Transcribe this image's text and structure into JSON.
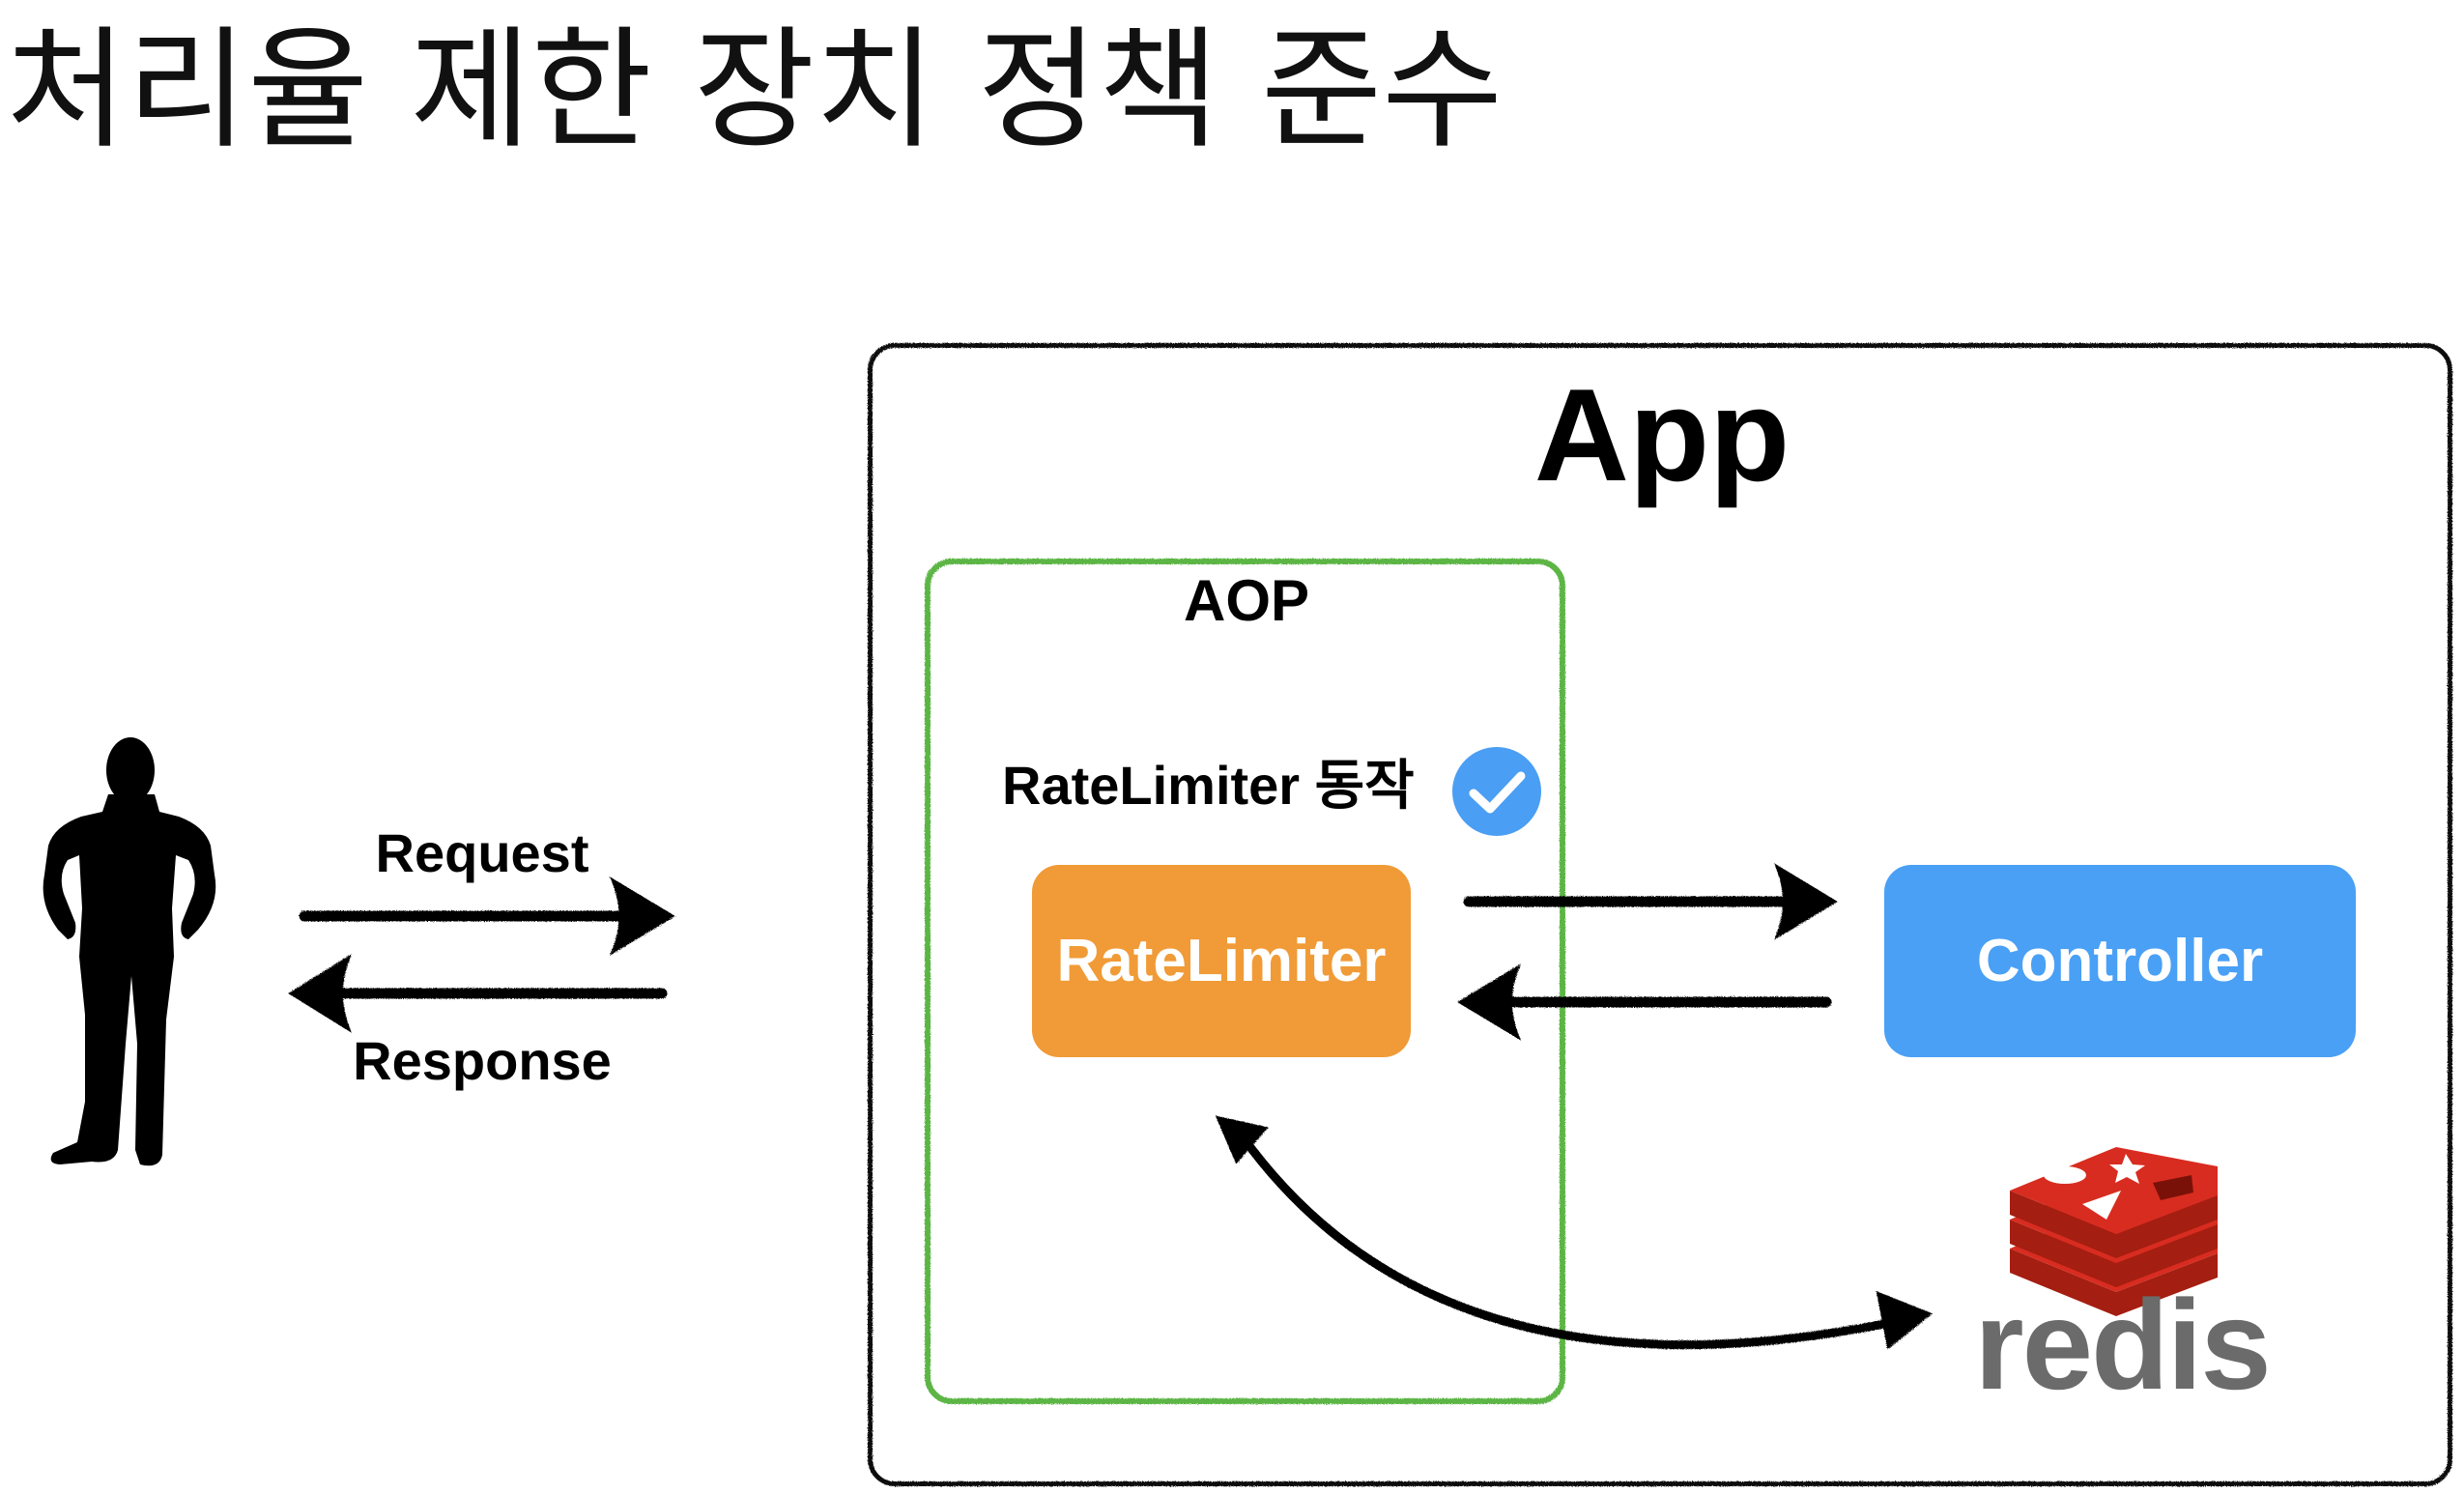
{
  "title": "처리율 제한 장치 정책 준수",
  "app": {
    "label": "App"
  },
  "aop": {
    "label": "AOP"
  },
  "status": {
    "label": "RateLimiter 동작",
    "icon": "check-circle-icon",
    "icon_color": "#4a9ef3"
  },
  "nodes": {
    "ratelimiter": {
      "label": "RateLimiter",
      "color": "#f09b37"
    },
    "controller": {
      "label": "Controller",
      "color": "#4aa0f5"
    },
    "redis": {
      "label": "redis",
      "icon": "redis-logo-icon",
      "color": "#d82c20"
    }
  },
  "arrows": {
    "request": "Request",
    "response": "Response"
  },
  "user": {
    "icon": "person-silhouette-icon"
  }
}
